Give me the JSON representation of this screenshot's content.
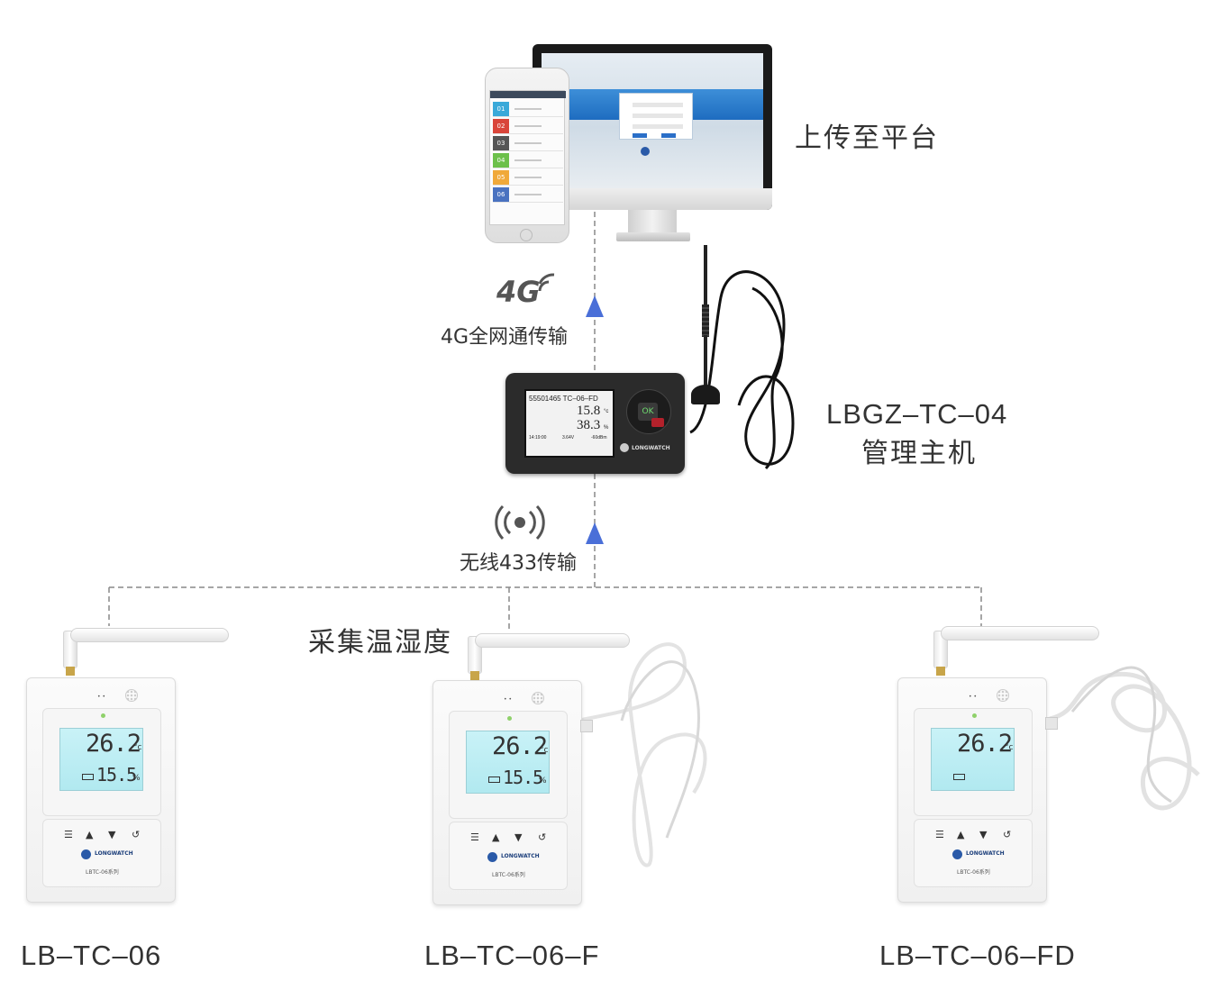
{
  "labels": {
    "upload_platform": "上传至平台",
    "transmission_4g": "4G全网通传输",
    "logo_4g": "4G",
    "host_model": "LBGZ–TC–04",
    "host_name": "管理主机",
    "transmission_433": "无线433传输",
    "collect": "采集温湿度"
  },
  "host_screen": {
    "id_line": "55501465  TC–06–FD",
    "temp": "15.8",
    "temp_unit": "°c",
    "hum": "38.3",
    "hum_unit": "%",
    "time": "14:19:00",
    "voltage": "3.64V",
    "signal": "-60dBm",
    "ok_key": "OK"
  },
  "sensors": [
    {
      "model": "LB–TC–06",
      "temp": "26.2",
      "hum": "15.5",
      "temp_unit": "°c",
      "hum_unit": "%",
      "series": "LBTC-06系列",
      "brand": "LONGWATCH"
    },
    {
      "model": "LB–TC–06–F",
      "temp": "26.2",
      "hum": "15.5",
      "temp_unit": "°c",
      "hum_unit": "%",
      "series": "LBTC-06系列",
      "brand": "LONGWATCH"
    },
    {
      "model": "LB–TC–06–FD",
      "temp": "26.2",
      "hum": "",
      "temp_unit": "°c",
      "hum_unit": "",
      "series": "LBTC-06系列",
      "brand": "LONGWATCH"
    }
  ],
  "phone_rows": [
    {
      "n": "01",
      "color": "#3aa9d9"
    },
    {
      "n": "02",
      "color": "#d9453a"
    },
    {
      "n": "03",
      "color": "#555555"
    },
    {
      "n": "04",
      "color": "#6cc04a"
    },
    {
      "n": "05",
      "color": "#f0a93a"
    },
    {
      "n": "06",
      "color": "#4a72c0"
    }
  ],
  "colors": {
    "arrow": "#4a6fd8",
    "dashed_line": "#888888",
    "text": "#333333"
  }
}
